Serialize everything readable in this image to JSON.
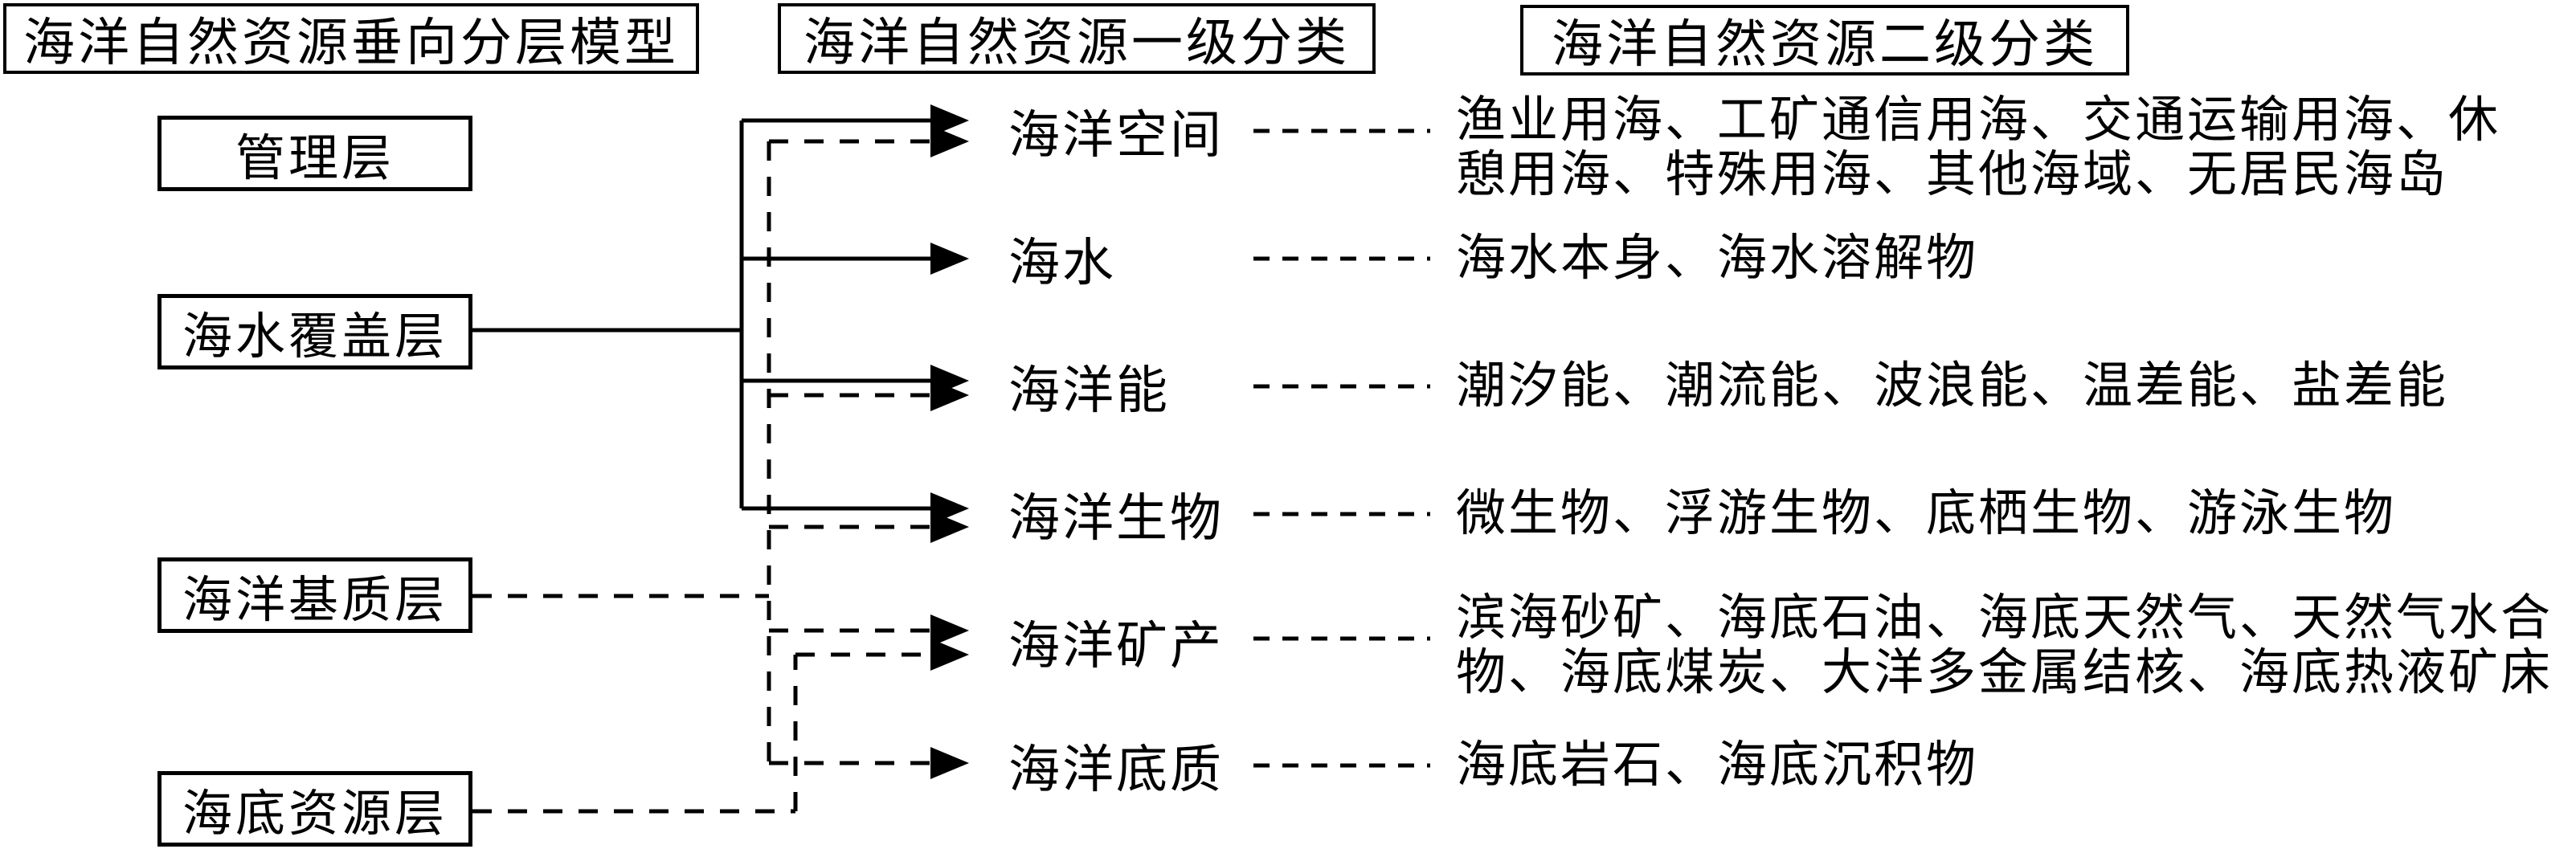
{
  "colors": {
    "ink": "#000000",
    "background": "#ffffff"
  },
  "headers": {
    "model": "海洋自然资源垂向分层模型",
    "level1": "海洋自然资源一级分类",
    "level2": "海洋自然资源二级分类"
  },
  "layers": [
    {
      "label": "管理层"
    },
    {
      "label": "海水覆盖层"
    },
    {
      "label": "海洋基质层"
    },
    {
      "label": "海底资源层"
    }
  ],
  "categories": [
    {
      "label": "海洋空间",
      "lines": [
        "渔业用海、工矿通信用海、交通运输用海、休",
        "憩用海、特殊用海、其他海域、无居民海岛"
      ]
    },
    {
      "label": "海水",
      "lines": [
        "海水本身、海水溶解物"
      ]
    },
    {
      "label": "海洋能",
      "lines": [
        "潮汐能、潮流能、波浪能、温差能、盐差能"
      ]
    },
    {
      "label": "海洋生物",
      "lines": [
        "微生物、浮游生物、底栖生物、游泳生物"
      ]
    },
    {
      "label": "海洋矿产",
      "lines": [
        "滨海砂矿、海底石油、海底天然气、天然气水合",
        "物、海底煤炭、大洋多金属结核、海底热液矿床"
      ]
    },
    {
      "label": "海洋底质",
      "lines": [
        "海底岩石、海底沉积物"
      ]
    }
  ]
}
